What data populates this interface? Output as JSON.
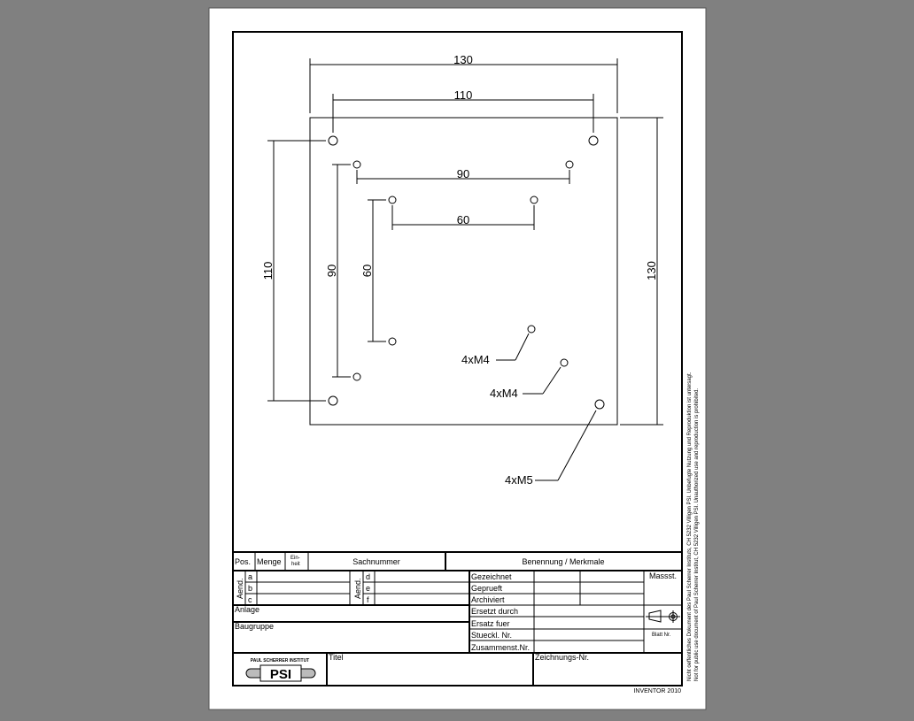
{
  "drawing": {
    "dimensions": {
      "width_outer": "130",
      "width_110": "110",
      "width_90": "90",
      "width_60": "60",
      "height_110": "110",
      "height_90": "90",
      "height_60": "60",
      "height_outer": "130"
    },
    "callouts": [
      "4xM4",
      "4xM4",
      "4xM5"
    ]
  },
  "title_block": {
    "header": {
      "pos": "Pos.",
      "menge": "Menge",
      "einheit_1": "Ein-",
      "einheit_2": "heit",
      "sachnummer": "Sachnummer",
      "benennung": "Benennung / Merkmale"
    },
    "aend_label": "Aend.",
    "aend_letters": [
      "a",
      "b",
      "c",
      "d",
      "e",
      "f"
    ],
    "rows_right": [
      "Gezeichnet",
      "Geprueft",
      "Archiviert",
      "Ersetzt durch",
      "Ersatz fuer",
      "Stueckl. Nr.",
      "Zusammenst.Nr."
    ],
    "massstab": "Massst.",
    "blatt": "Blatt Nr.",
    "anlage": "Anlage",
    "baugruppe": "Baugruppe",
    "titel": "Titel",
    "zeichnungs_nr": "Zeichnungs-Nr.",
    "logo_text": "PAUL SCHERRER INSTITUT",
    "logo_mark": "PSI",
    "software": "INVENTOR 2010"
  },
  "side_notice": {
    "german": "Nicht oeffentliches Dokument des Paul Scherrer Instituts, CH 5232 Villigen PSI. Unbefugte Nutzung und Reproduktion ist untersagt.",
    "english": "Not for public use document of Paul Scherrer Institut, CH 5232 Villigen PSI. Unauthorized use and reproduction is prohibited."
  }
}
